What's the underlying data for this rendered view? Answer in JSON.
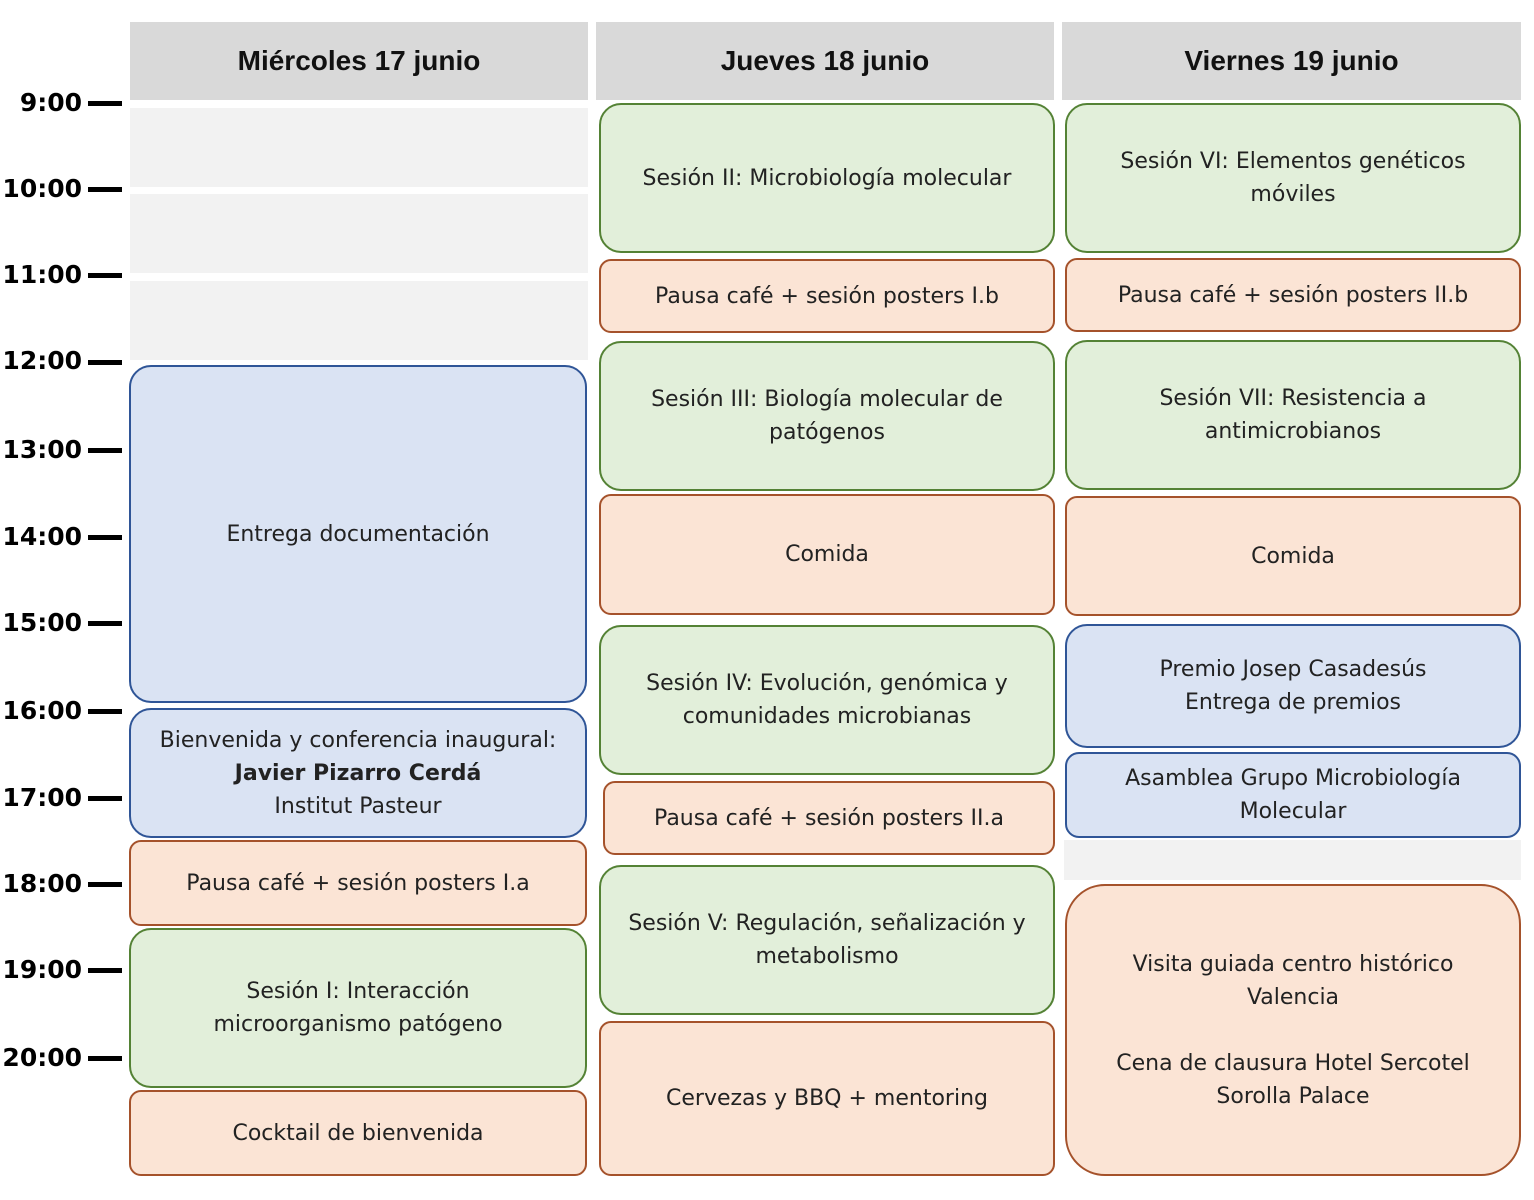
{
  "days": [
    {
      "label": "Miércoles 17 junio"
    },
    {
      "label": "Jueves 18 junio"
    },
    {
      "label": "Viernes 19 junio"
    }
  ],
  "times": [
    "9:00",
    "10:00",
    "11:00",
    "12:00",
    "13:00",
    "14:00",
    "15:00",
    "16:00",
    "17:00",
    "18:00",
    "19:00",
    "20:00"
  ],
  "events": {
    "wed": {
      "entrega": "Entrega documentación",
      "bienvenida_line1": "Bienvenida y conferencia inaugural:",
      "bienvenida_speaker": "Javier Pizarro Cerdá",
      "bienvenida_institution": "Institut Pasteur",
      "pausa": "Pausa café + sesión posters I.a",
      "sesion1": "Sesión I: Interacción microorganismo patógeno",
      "cocktail": "Cocktail de bienvenida"
    },
    "thu": {
      "sesion2": "Sesión II: Microbiología molecular",
      "pausa1": "Pausa café + sesión posters I.b",
      "sesion3": "Sesión III: Biología molecular de patógenos",
      "comida": "Comida",
      "sesion4": "Sesión IV: Evolución, genómica y comunidades microbianas",
      "pausa2": "Pausa café + sesión posters II.a",
      "sesion5": "Sesión V: Regulación, señalización y metabolismo",
      "cervezas": "Cervezas y BBQ + mentoring"
    },
    "fri": {
      "sesion6": "Sesión VI: Elementos genéticos móviles",
      "pausa": "Pausa café + sesión posters II.b",
      "sesion7": "Sesión VII: Resistencia a antimicrobianos",
      "comida": "Comida",
      "premio_line1": "Premio Josep Casadesús",
      "premio_line2": "Entrega de premios",
      "asamblea": "Asamblea Grupo Microbiología Molecular",
      "visita": "Visita guiada centro histórico Valencia",
      "cena": "Cena de clausura Hotel Sercotel Sorolla Palace"
    }
  },
  "colors": {
    "session_fill": "#e2efda",
    "session_border": "#548235",
    "pause_fill": "#fbe4d5",
    "pause_border": "#a5522b",
    "meeting_fill": "#dae3f3",
    "meeting_border": "#2f5597",
    "header_fill": "#d9d9d9",
    "empty_slot": "#f2f2f2"
  }
}
